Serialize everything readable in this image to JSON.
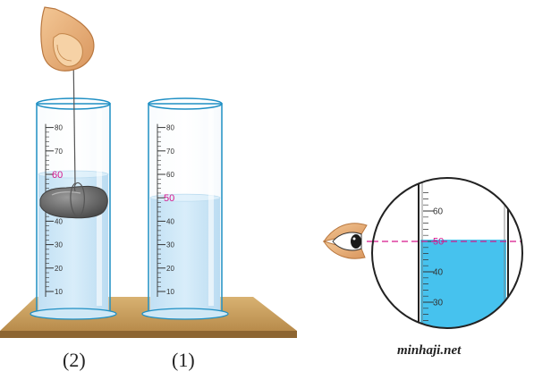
{
  "captions": {
    "cylinder_with_stone": "(2)",
    "cylinder_water_only": "(1)"
  },
  "watermark": "minhaji.net",
  "scale": {
    "min": 10,
    "max": 80,
    "labeled_ticks": [
      10,
      20,
      30,
      40,
      50,
      60,
      70,
      80
    ]
  },
  "cylinder_with_stone": {
    "water_level": 60,
    "level_label": "60"
  },
  "cylinder_water_only": {
    "water_level": 50,
    "level_label": "50"
  },
  "zoom_view": {
    "labeled_ticks": [
      30,
      40,
      50,
      60
    ],
    "water_level": 50,
    "level_label": "50"
  },
  "colors": {
    "water": "#b5dcf3",
    "water_zoom": "#46c2ee",
    "level_mark": "#d6168c",
    "table": "#c9a063"
  },
  "icons": [
    "hand-icon",
    "stone-icon",
    "eye-icon"
  ]
}
